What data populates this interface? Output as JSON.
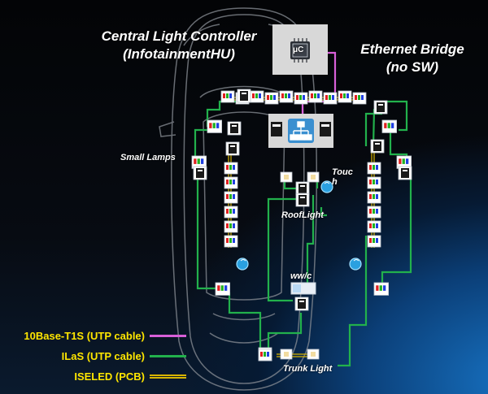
{
  "labels": {
    "controller_line1": "Central Light Controller",
    "controller_line2": "(InfotainmentHU)",
    "bridge_line1": "Ethernet Bridge",
    "bridge_line2": "(no SW)",
    "small_lamps": "Small Lamps",
    "touch": "Touc\nh",
    "roof_light": "RoofLight",
    "ww_c": "ww/c",
    "trunk_light": "Trunk Light",
    "mcu_chip": "μC"
  },
  "legend": [
    {
      "text": "10Base-T1S (UTP cable)",
      "text_color": "#ffe600",
      "line_color": "#d85fd8",
      "style": "single"
    },
    {
      "text": "ILaS (UTP cable)",
      "text_color": "#ffe600",
      "line_color": "#22b14c",
      "style": "single"
    },
    {
      "text": "ISELED (PCB)",
      "text_color": "#ffe600",
      "line_color": "#d8b400",
      "style": "double"
    }
  ],
  "colors": {
    "ethernet": "#d85fd8",
    "ilas": "#22b14c",
    "iseled": "#d8b400",
    "car_outline": "#8a8f96",
    "touch_icon": "#2aa0e0"
  }
}
